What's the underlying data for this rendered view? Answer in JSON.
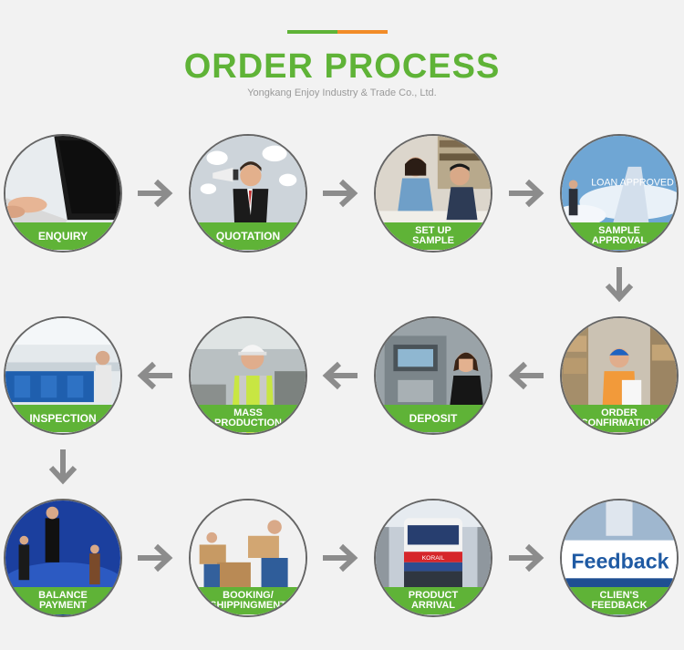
{
  "header": {
    "title": "ORDER PROCESS",
    "subtitle": "Yongkang Enjoy Industry & Trade Co., Ltd."
  },
  "colors": {
    "brand_green": "#5fb337",
    "accent_orange": "#f28c28",
    "arrow_gray": "#8c8c8c"
  },
  "steps": [
    {
      "label": "ENQUIRY",
      "scene": "laptop-typing"
    },
    {
      "label": "QUOTATION",
      "scene": "megaphone-businessman"
    },
    {
      "label": "SET UP\nSAMPLE",
      "scene": "designers-at-desk"
    },
    {
      "label": "SAMPLE\nAPPROVAL",
      "scene": "loan-approved-sky"
    },
    {
      "label": "ORDER\nCONFIRMATION",
      "scene": "warehouse-worker-clipboard"
    },
    {
      "label": "DEPOSIT",
      "scene": "atm-woman"
    },
    {
      "label": "MASS\nPRODUCTION",
      "scene": "factory-worker-hardhat"
    },
    {
      "label": "INSPECTION",
      "scene": "laboratory"
    },
    {
      "label": "BALANCE\nPAYMENT",
      "scene": "business-people-blue-floor"
    },
    {
      "label": "BOOKING/\nSHIPPINGMENT",
      "scene": "movers-with-boxes"
    },
    {
      "label": "PRODUCT\nARRIVAL",
      "scene": "korail-train"
    },
    {
      "label": "CLIEN'S\nFEEDBACK",
      "scene": "feedback-sign",
      "sign_text": "Feedback"
    }
  ]
}
